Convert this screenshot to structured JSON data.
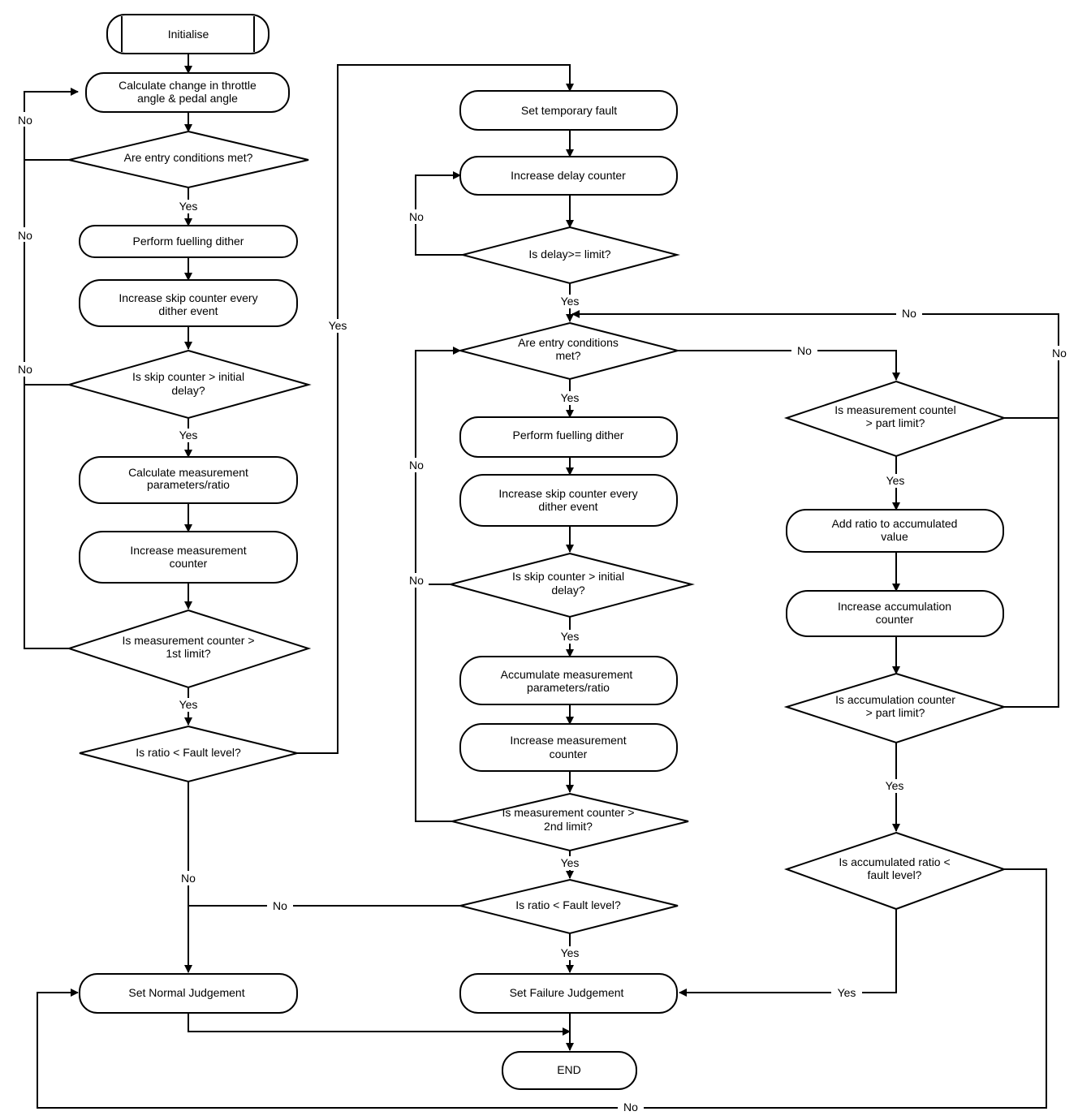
{
  "nodes": {
    "initialise": {
      "text": "Initialise"
    },
    "calc_change": {
      "line1": "Calculate change in throttle",
      "line2": "angle & pedal angle"
    },
    "entry_q1": {
      "text": "Are entry conditions met?"
    },
    "fuelling_dither1": {
      "text": "Perform fuelling dither"
    },
    "skip_inc1": {
      "line1": "Increase skip counter every",
      "line2": "dither event"
    },
    "skip_q1": {
      "line1": "Is skip counter > initial",
      "line2": "delay?"
    },
    "calc_meas": {
      "line1": "Calculate measurement",
      "line2": "parameters/ratio"
    },
    "meas_inc1": {
      "line1": "Increase measurement",
      "line2": "counter"
    },
    "meas_q1": {
      "line1": "Is measurement counter >",
      "line2": "1st limit?"
    },
    "ratio_q1": {
      "text": "Is ratio < Fault level?"
    },
    "set_normal": {
      "text": "Set Normal Judgement"
    },
    "set_temp": {
      "text": "Set temporary fault"
    },
    "delay_inc": {
      "text": "Increase delay counter"
    },
    "delay_q": {
      "text": "Is delay>= limit?"
    },
    "entry_q2": {
      "line1": "Are entry conditions",
      "line2": "met?"
    },
    "fuelling_dither2": {
      "text": "Perform fuelling dither"
    },
    "skip_inc2": {
      "line1": "Increase skip counter every",
      "line2": "dither event"
    },
    "skip_q2": {
      "line1": "Is skip counter > initial",
      "line2": "delay?"
    },
    "accum_meas": {
      "line1": "Accumulate measurement",
      "line2": "parameters/ratio"
    },
    "meas_inc2": {
      "line1": "Increase measurement",
      "line2": "counter"
    },
    "meas_q2": {
      "line1": "Is measurement counter >",
      "line2": "2nd limit?"
    },
    "ratio_q2": {
      "text": "Is ratio < Fault level?"
    },
    "set_failure": {
      "text": "Set Failure Judgement"
    },
    "end": {
      "text": "END"
    },
    "meas_part_q": {
      "line1": "Is measurement countel",
      "line2": "> part limit?"
    },
    "add_ratio": {
      "line1": "Add ratio to accumulated",
      "line2": "value"
    },
    "accum_inc": {
      "line1": "Increase accumulation",
      "line2": "counter"
    },
    "accum_q": {
      "line1": "Is accumulation counter",
      "line2": "> part limit?"
    },
    "accum_ratio_q": {
      "line1": "Is accumulated ratio <",
      "line2": "fault level?"
    }
  },
  "labels": {
    "yes": "Yes",
    "no": "No"
  }
}
